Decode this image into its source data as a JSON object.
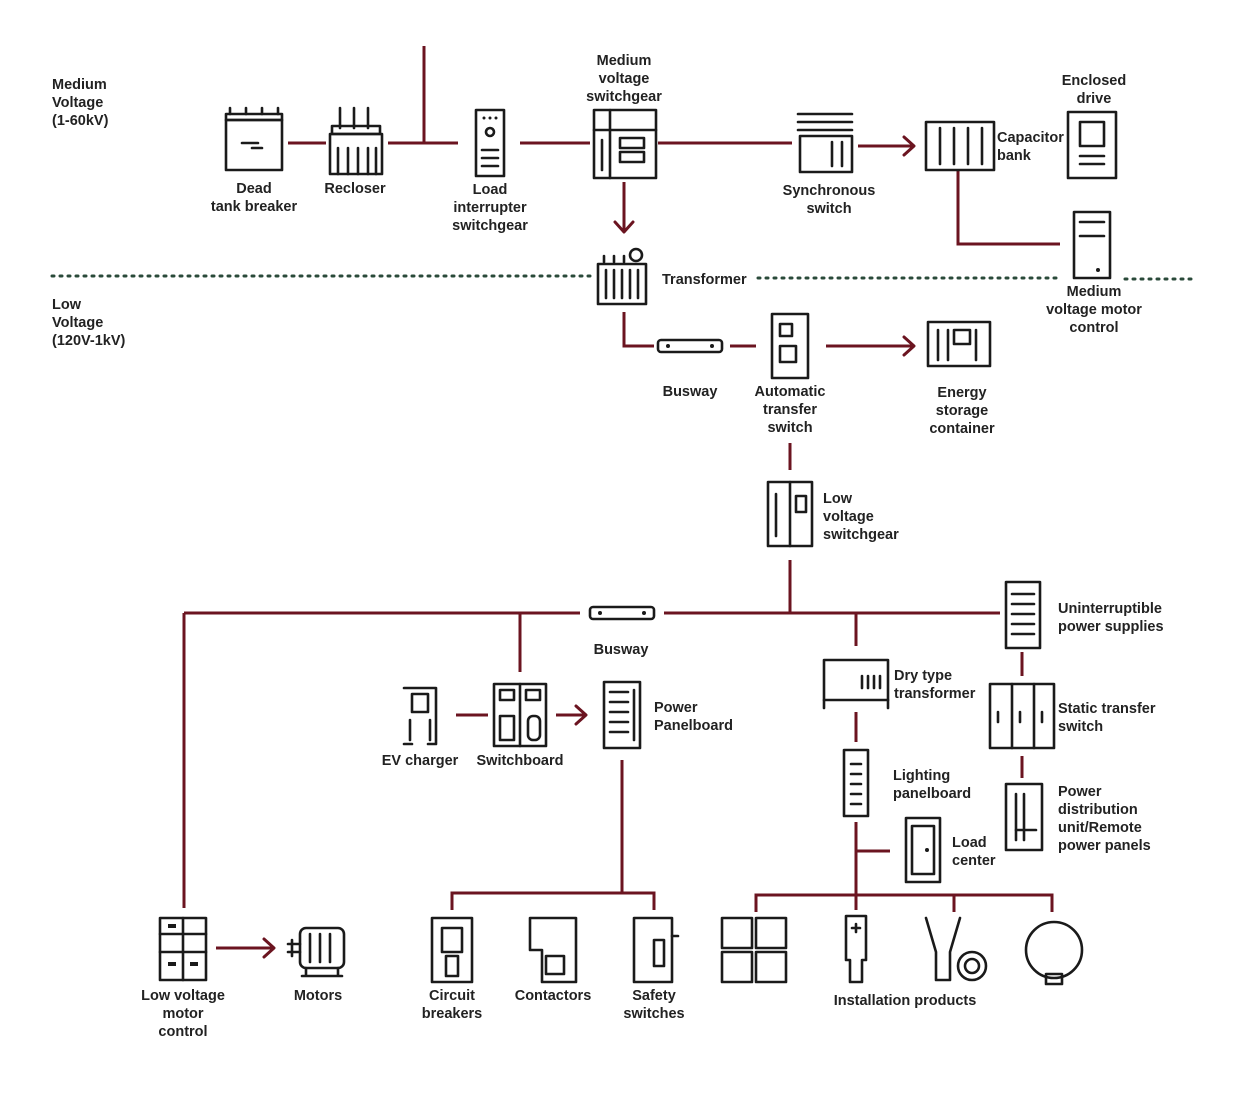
{
  "voltage_levels": {
    "medium": {
      "line1": "Medium",
      "line2": "Voltage",
      "line3": "(1-60kV)"
    },
    "low": {
      "line1": "Low",
      "line2": "Voltage",
      "line3": "(120V-1kV)"
    }
  },
  "components": {
    "dead_tank_breaker": "Dead\ntank breaker",
    "recloser": "Recloser",
    "load_interrupter_switchgear": "Load\ninterrupter\nswitchgear",
    "medium_voltage_switchgear": "Medium\nvoltage\nswitchgear",
    "synchronous_switch": "Synchronous\nswitch",
    "capacitor_bank": "Capacitor\nbank",
    "enclosed_drive": "Enclosed\ndrive",
    "medium_voltage_motor_control": "Medium\nvoltage motor\ncontrol",
    "transformer": "Transformer",
    "busway_top": "Busway",
    "automatic_transfer_switch": "Automatic\ntransfer\nswitch",
    "energy_storage_container": "Energy\nstorage\ncontainer",
    "low_voltage_switchgear": "Low\nvoltage\nswitchgear",
    "busway_bottom": "Busway",
    "uninterruptible_power_supplies": "Uninterruptible\npower supplies",
    "dry_type_transformer": "Dry type\ntransformer",
    "static_transfer_switch": "Static transfer\nswitch",
    "ev_charger": "EV charger",
    "switchboard": "Switchboard",
    "power_panelboard": "Power\nPanelboard",
    "lighting_panelboard": "Lighting\npanelboard",
    "load_center": "Load\ncenter",
    "power_distribution_unit": "Power\ndistribution\nunit/Remote\npower panels",
    "low_voltage_motor_control": "Low voltage\nmotor\ncontrol",
    "motors": "Motors",
    "circuit_breakers": "Circuit\nbreakers",
    "contactors": "Contactors",
    "safety_switches": "Safety\nswitches",
    "installation_products": "Installation products"
  },
  "colors": {
    "wire": "#6b1420",
    "icon": "#1a1a1a",
    "divider": "#2a4a3a"
  }
}
